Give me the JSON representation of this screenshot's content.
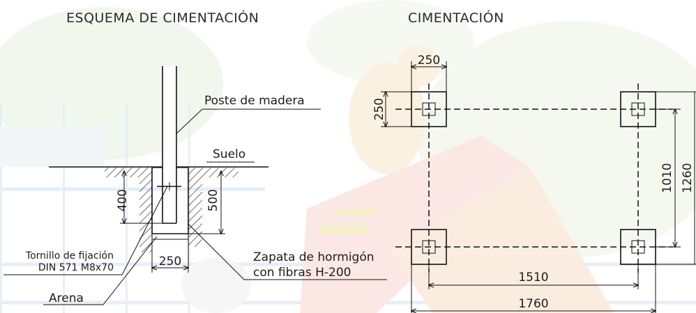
{
  "left_title": "ESQUEMA DE CIMENTACIÓN",
  "right_title": "CIMENTACIÓN",
  "labels": {
    "poste": "Poste de madera",
    "suelo": "Suelo",
    "tornillo_line1": "Tornillo de fijación",
    "tornillo_line2": "DIN 571 M8x70",
    "arena": "Arena",
    "zapata_line1": "Zapata de hormigón",
    "zapata_line2": "con fibras H-200"
  },
  "dimensions": {
    "depth_400": "400",
    "depth_500": "500",
    "width_250_bottom": "250",
    "plan_250_top": "250",
    "plan_250_side": "250",
    "plan_1510": "1510",
    "plan_1760": "1760",
    "plan_1010": "1010",
    "plan_1260": "1260"
  }
}
